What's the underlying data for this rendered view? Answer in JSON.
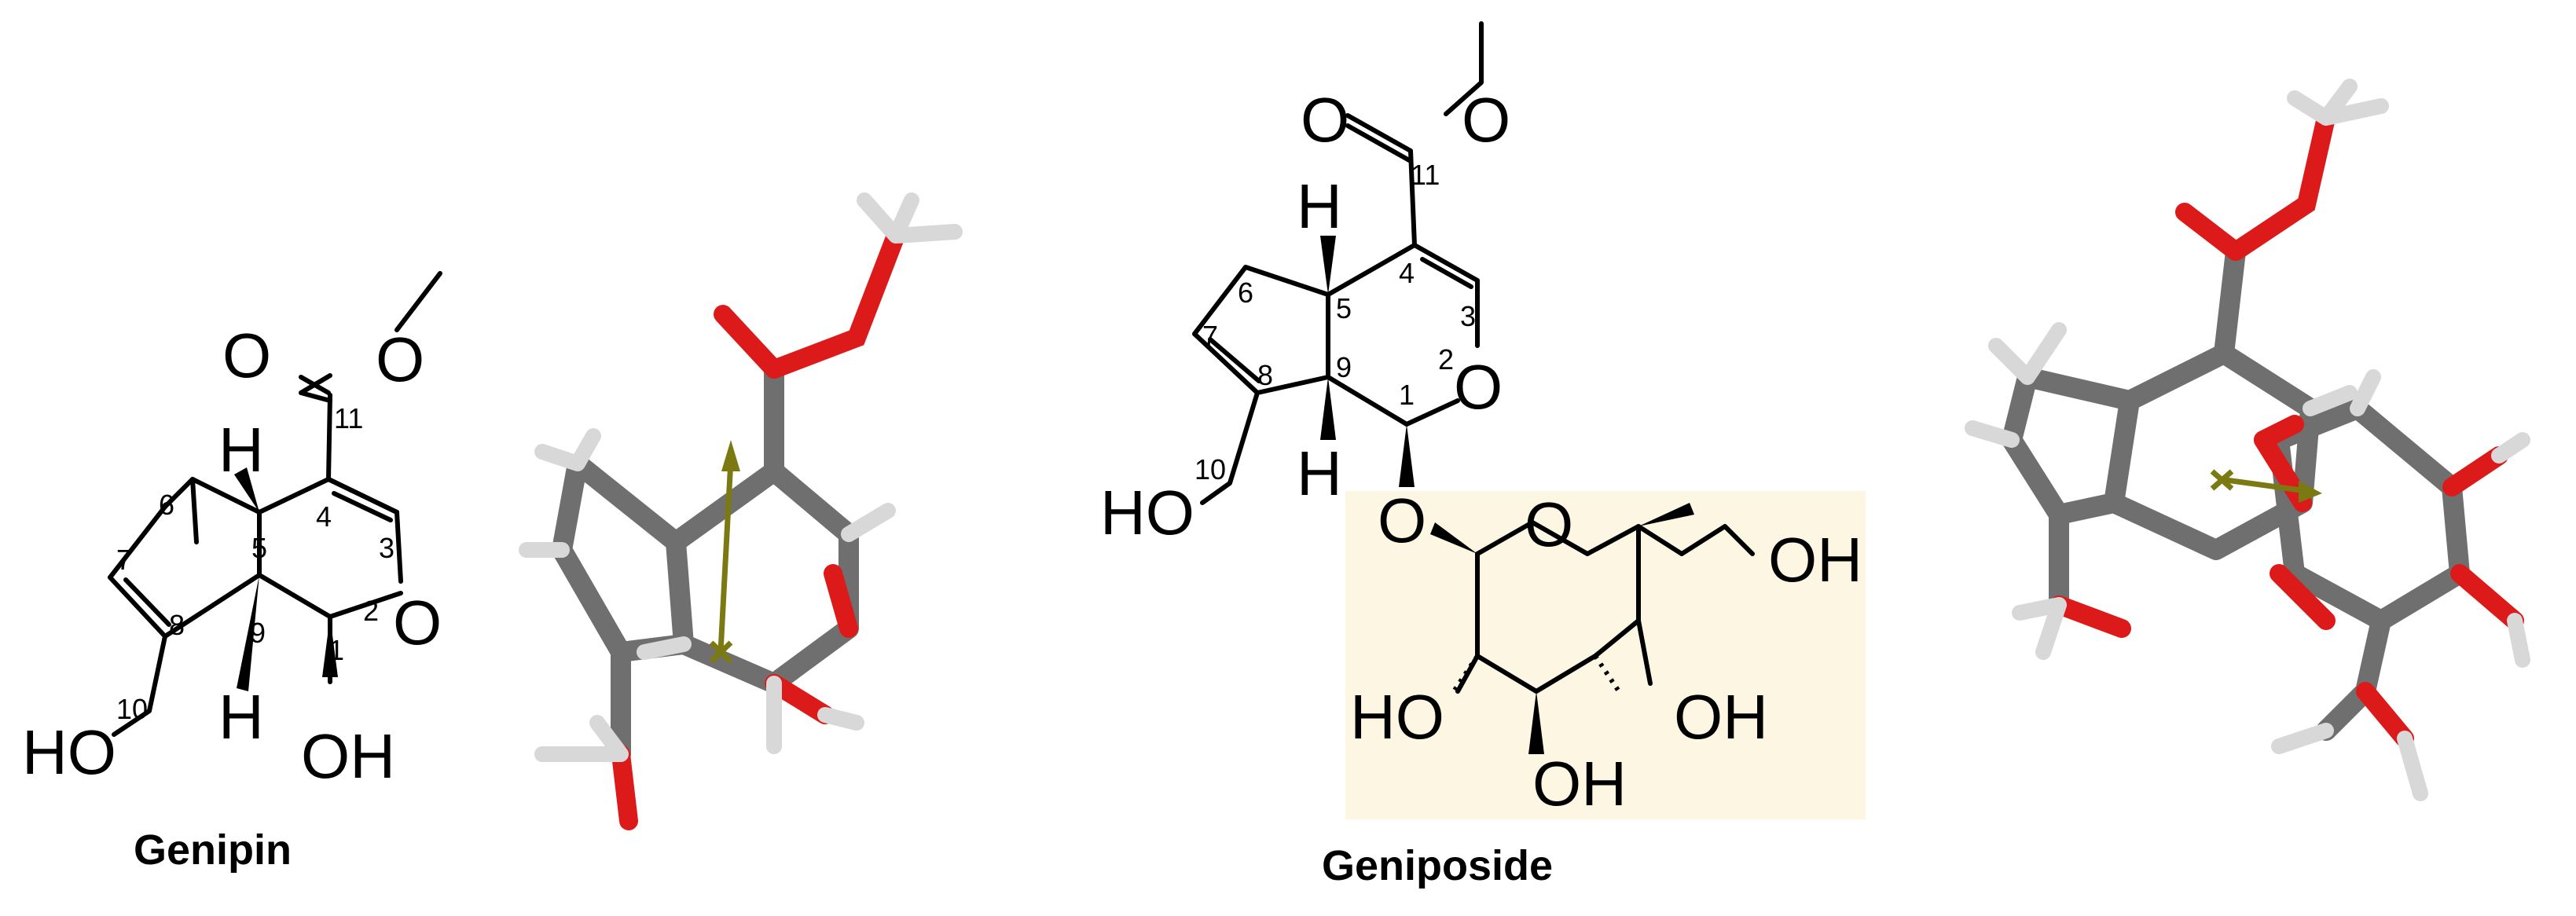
{
  "colors": {
    "bond": "#000000",
    "sugar_highlight": "#fcf6e2",
    "carbon_stick": "#6f6f6f",
    "hydrogen_stick": "#d8d8d8",
    "oxygen_stick": "#dd1a1a",
    "dipole_arrow": "#7b7a12"
  },
  "molecules": [
    {
      "name": "Genipin",
      "atom_labels": [
        "O",
        "O",
        "O",
        "OH",
        "HO",
        "H",
        "H"
      ],
      "position_numbers": [
        "1",
        "2",
        "3",
        "4",
        "5",
        "6",
        "7",
        "8",
        "9",
        "10",
        "11"
      ]
    },
    {
      "name": "Geniposide",
      "atom_labels": [
        "O",
        "O",
        "O",
        "O",
        "O",
        "OH",
        "HO",
        "OH",
        "OH",
        "HO",
        "H",
        "H"
      ],
      "position_numbers": [
        "1",
        "2",
        "3",
        "4",
        "5",
        "6",
        "7",
        "8",
        "9",
        "10",
        "11"
      ]
    }
  ]
}
